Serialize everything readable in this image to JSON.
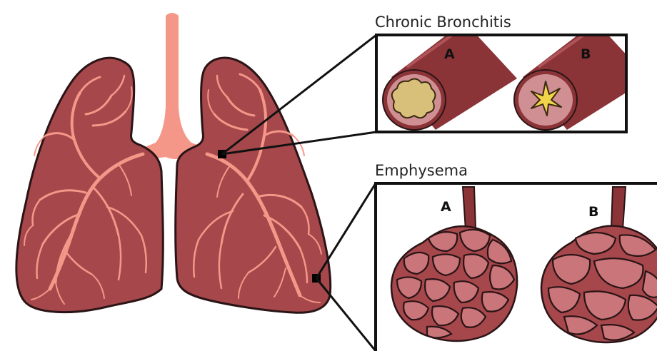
{
  "diagram": {
    "colors": {
      "lung": "#a5474b",
      "lung_outline": "#2a1416",
      "airway": "#f59788",
      "tube": "#8b3438",
      "tube_rim": "#cf8f93",
      "mucus": "#d8c07b",
      "mucus_yellow": "#f2d44a",
      "alveoli": "#b9595e",
      "alveoli_lobule": "#c9757a"
    },
    "callouts": {
      "bronchitis": {
        "title": "Chronic Bronchitis",
        "label_a": "A",
        "label_b": "B"
      },
      "emphysema": {
        "title": "Emphysema",
        "label_a": "A",
        "label_b": "B"
      }
    }
  }
}
